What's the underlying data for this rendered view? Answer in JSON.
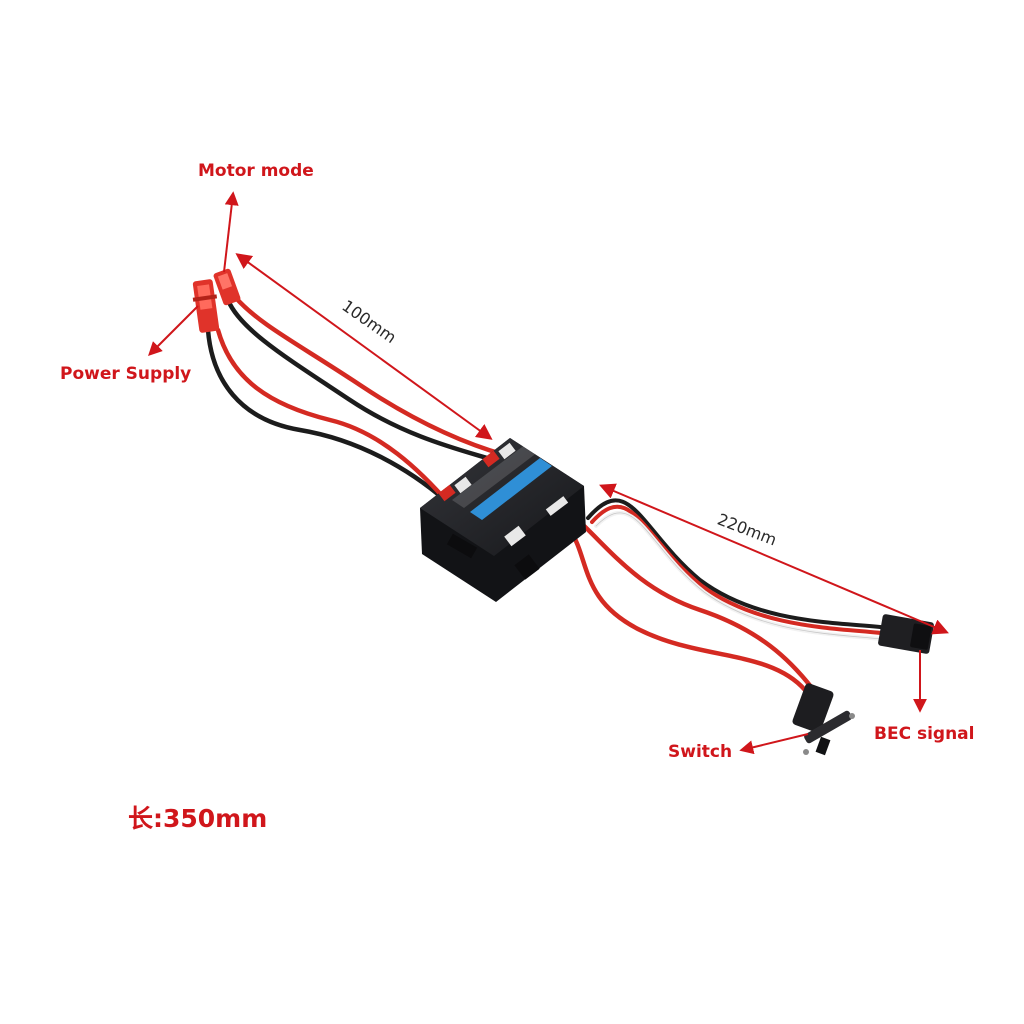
{
  "labels": {
    "motor_mode": "Motor mode",
    "power_supply": "Power Supply",
    "switch": "Switch",
    "bec_signal": "BEC signal",
    "length": "长:350mm"
  },
  "dimensions": {
    "motor_lead": "100mm",
    "bec_lead": "220mm"
  },
  "colors": {
    "callout_text": "#d0161b",
    "callout_arrow": "#d0161b",
    "wire_red": "#d42a22",
    "wire_black": "#1c1c1c",
    "wire_white": "#f2f2f2",
    "esc_body": "#222326",
    "esc_stripe": "#2f8fd6"
  }
}
